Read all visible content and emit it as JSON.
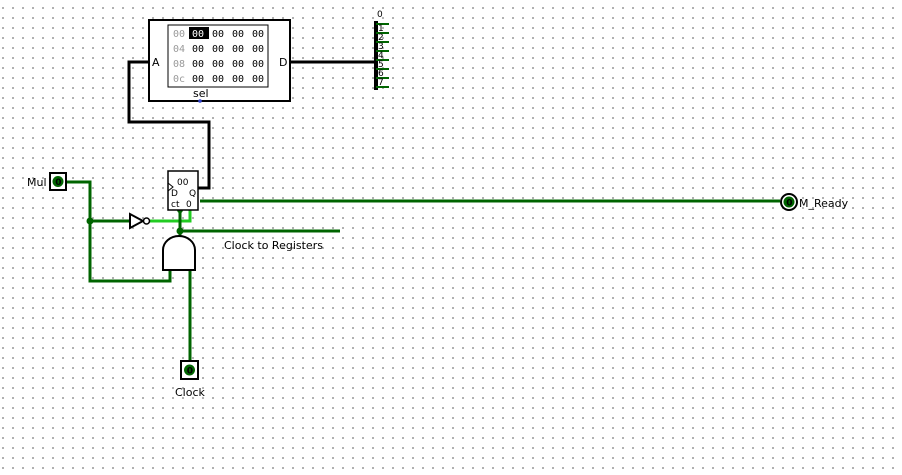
{
  "circuit": {
    "rom": {
      "port_address": "A",
      "port_data": "D",
      "sel_label": "sel",
      "rows": [
        {
          "addr": "00",
          "cells": [
            "00",
            "00",
            "00",
            "00"
          ]
        },
        {
          "addr": "04",
          "cells": [
            "00",
            "00",
            "00",
            "00"
          ]
        },
        {
          "addr": "08",
          "cells": [
            "00",
            "00",
            "00",
            "00"
          ]
        },
        {
          "addr": "0c",
          "cells": [
            "00",
            "00",
            "00",
            "00"
          ]
        }
      ],
      "highlighted_cell": "00"
    },
    "splitter": {
      "top_label": "0",
      "bit_labels": [
        "1",
        "2",
        "3",
        "4",
        "5",
        "6",
        "7"
      ]
    },
    "inputs": {
      "mul": {
        "label": "Mul",
        "value": "0"
      },
      "clock": {
        "label": "Clock",
        "value": "0"
      }
    },
    "register": {
      "value": "00",
      "pin_d": "D",
      "pin_q": "Q",
      "ctr_label": "ct",
      "ctr_value": "0"
    },
    "output": {
      "label": "M_Ready",
      "value": "0"
    },
    "annotations": {
      "clock_to_registers": "Clock to Registers"
    },
    "colors": {
      "wire_low": "#006400",
      "wire_high": "#22cc22",
      "wire_bus": "#000000",
      "cell_highlight": "#000000"
    }
  }
}
